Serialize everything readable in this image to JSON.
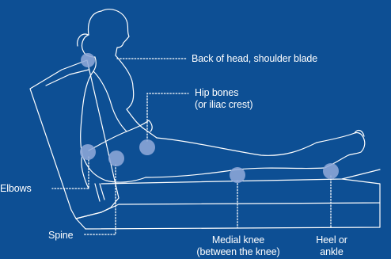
{
  "colors": {
    "background": "#0d4f94",
    "outline": "#ffffff",
    "pressure_point": "#8ea9d8"
  },
  "labels": {
    "head_shoulder": "Back of head, shoulder blade",
    "hip_line1": "Hip bones",
    "hip_line2": "(or iliac crest)",
    "elbows": "Elbows",
    "spine": "Spine",
    "medial_knee_line1": "Medial knee",
    "medial_knee_line2": "(between the knee)",
    "heel_line1": "Heel or",
    "heel_line2": "ankle"
  },
  "pressure_points": [
    {
      "name": "back-of-head-shoulder-blade"
    },
    {
      "name": "elbow"
    },
    {
      "name": "spine"
    },
    {
      "name": "hip-bone"
    },
    {
      "name": "medial-knee"
    },
    {
      "name": "heel"
    }
  ]
}
